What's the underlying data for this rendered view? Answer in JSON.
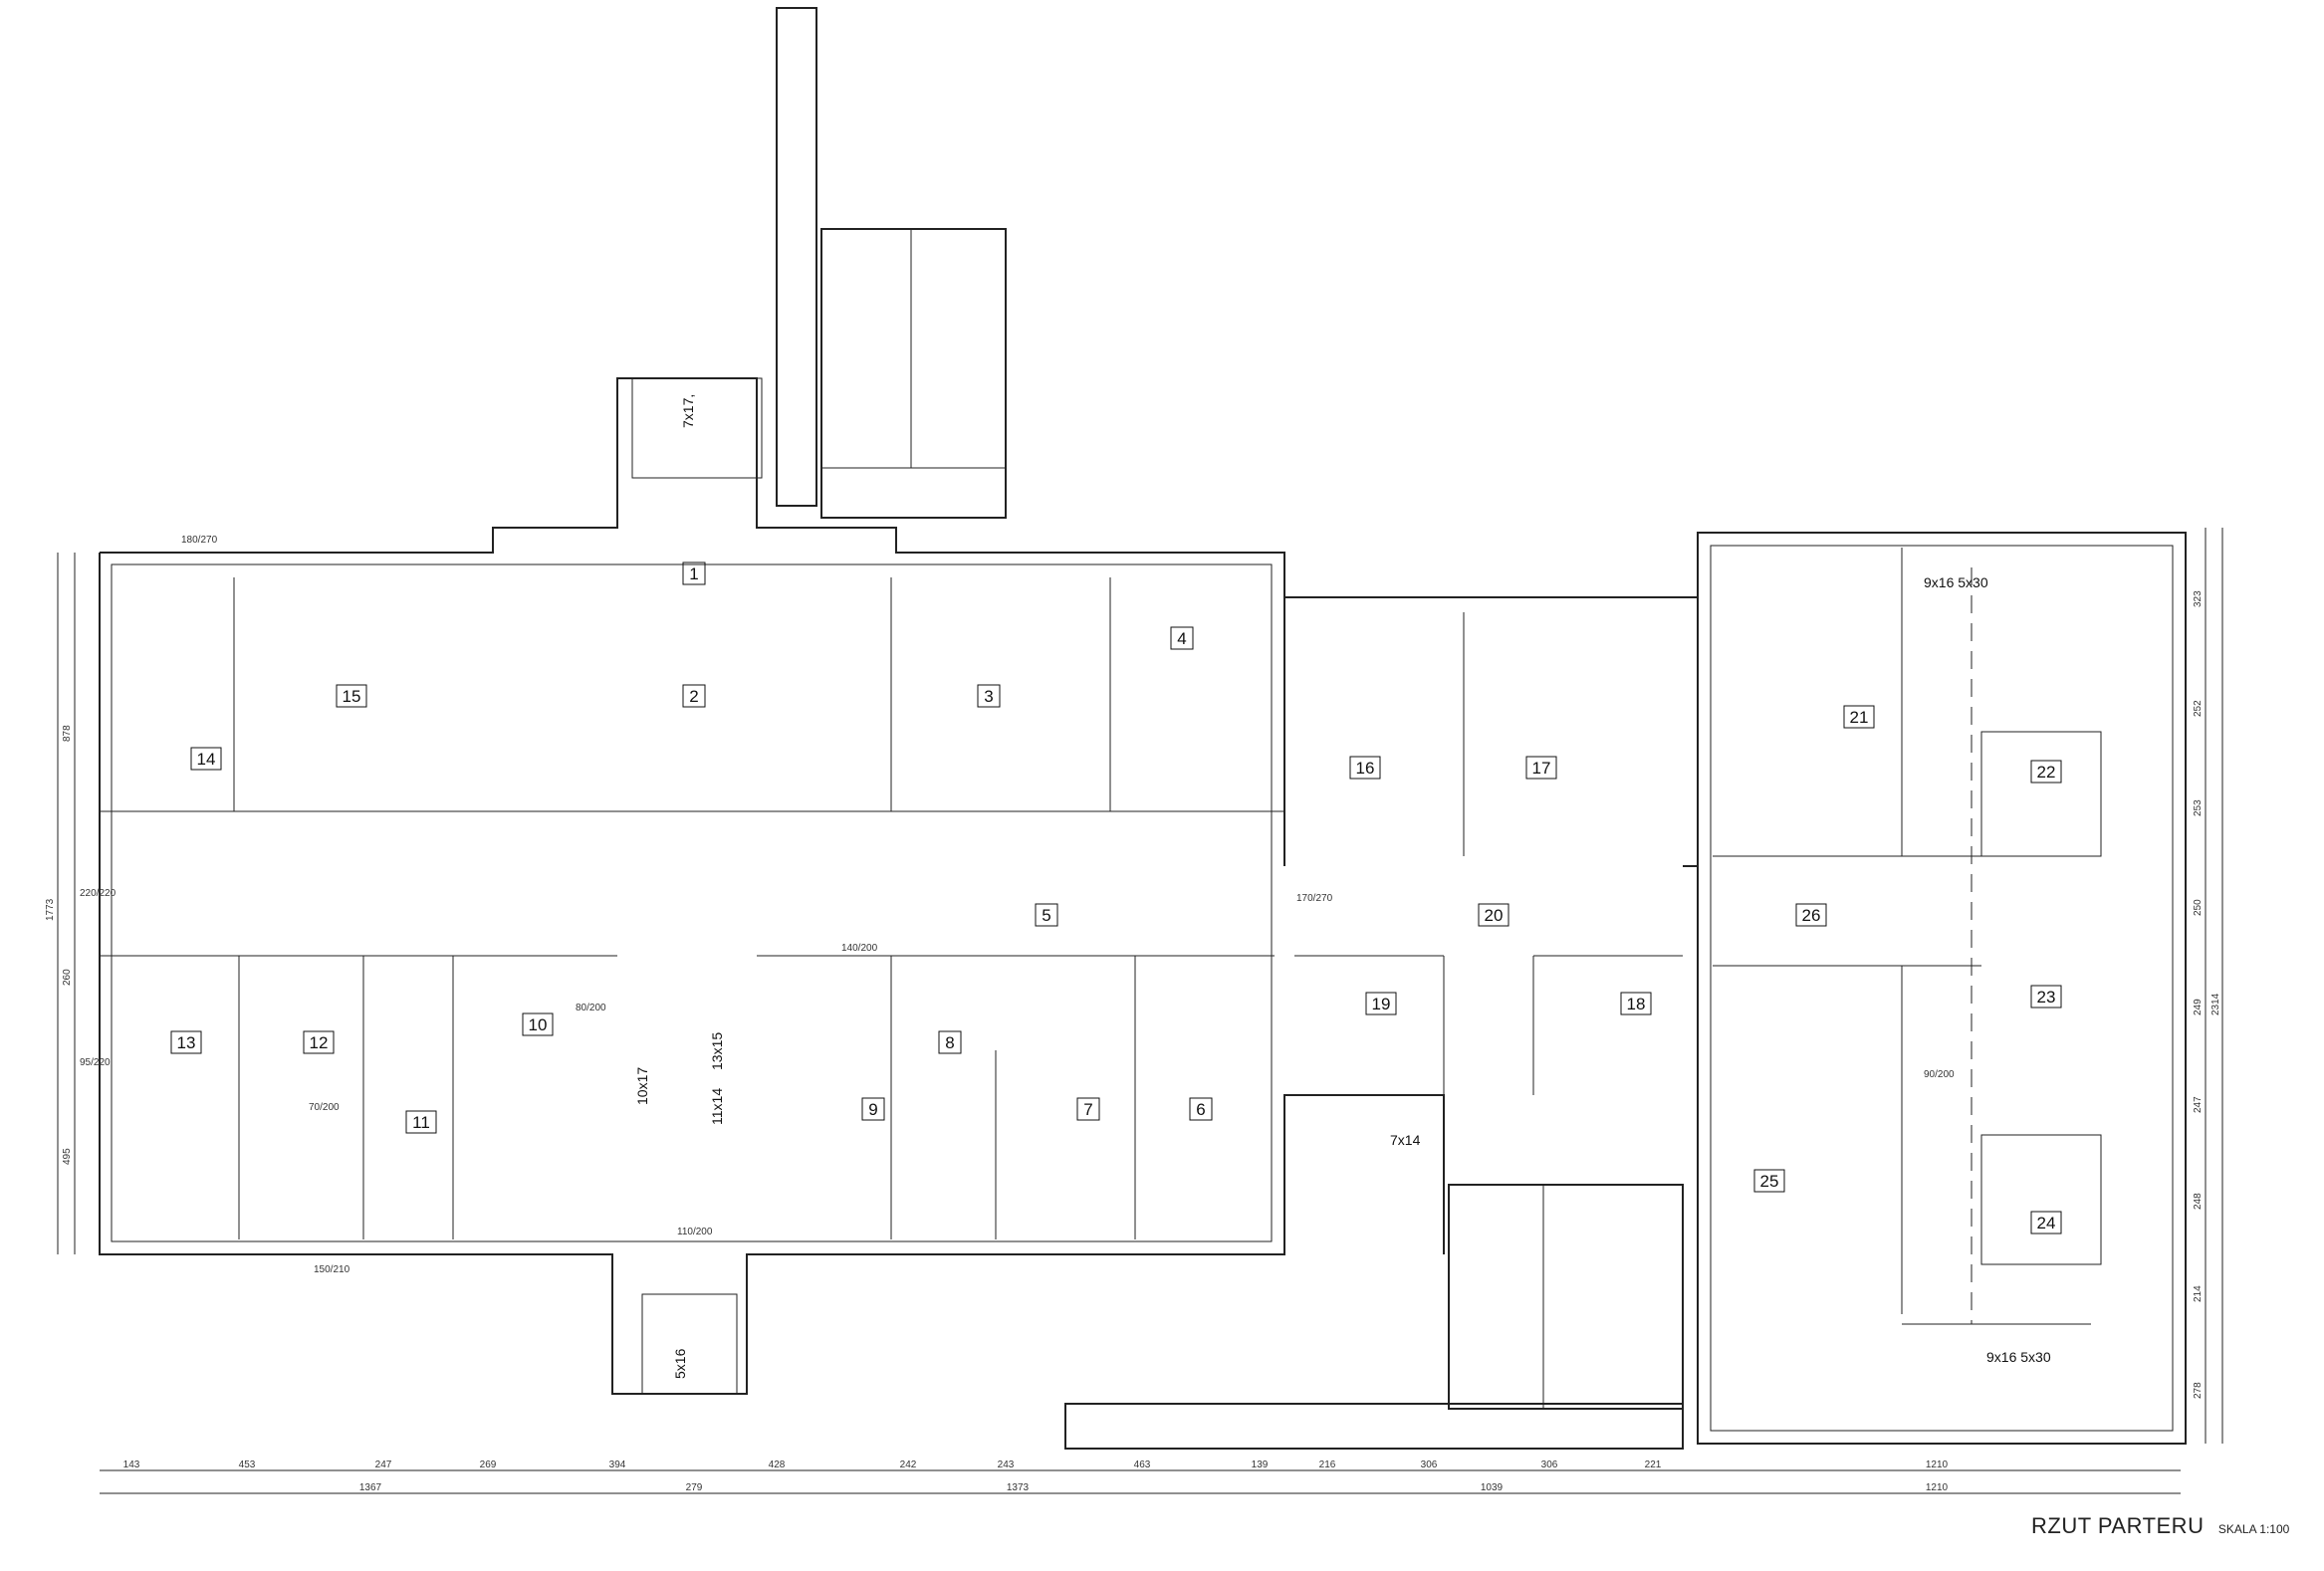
{
  "title": "RZUT PARTERU",
  "scale": "SKALA 1:100",
  "rooms": [
    "1",
    "2",
    "3",
    "4",
    "5",
    "6",
    "7",
    "8",
    "9",
    "10",
    "11",
    "12",
    "13",
    "14",
    "15",
    "16",
    "17",
    "18",
    "19",
    "20",
    "21",
    "22",
    "23",
    "24",
    "25",
    "26"
  ],
  "stairs": [
    "7x17,",
    "13x15",
    "10x17",
    "11x14",
    "5x16",
    "7x14",
    "9x16 5x30",
    "9x16 5x30"
  ],
  "dims_bottom_1": [
    "143",
    "453",
    "247",
    "269",
    "394",
    "428",
    "242",
    "243",
    "463",
    "139",
    "216",
    "306",
    "306",
    "221",
    "1210"
  ],
  "dims_bottom_2": [
    "1367",
    "279",
    "1373",
    "1039",
    "1210"
  ],
  "dims_left": [
    "878",
    "260",
    "495"
  ],
  "dim_left_total": "1773",
  "dims_right": [
    "323",
    "252",
    "253",
    "250",
    "249",
    "247",
    "248",
    "214",
    "278"
  ],
  "dim_right_total": "2314",
  "doors": [
    "90/200",
    "170/270",
    "110/200",
    "80/200",
    "70/200",
    "140/200"
  ],
  "windows": [
    "180/270",
    "150/210",
    "220/220",
    "95/220"
  ]
}
